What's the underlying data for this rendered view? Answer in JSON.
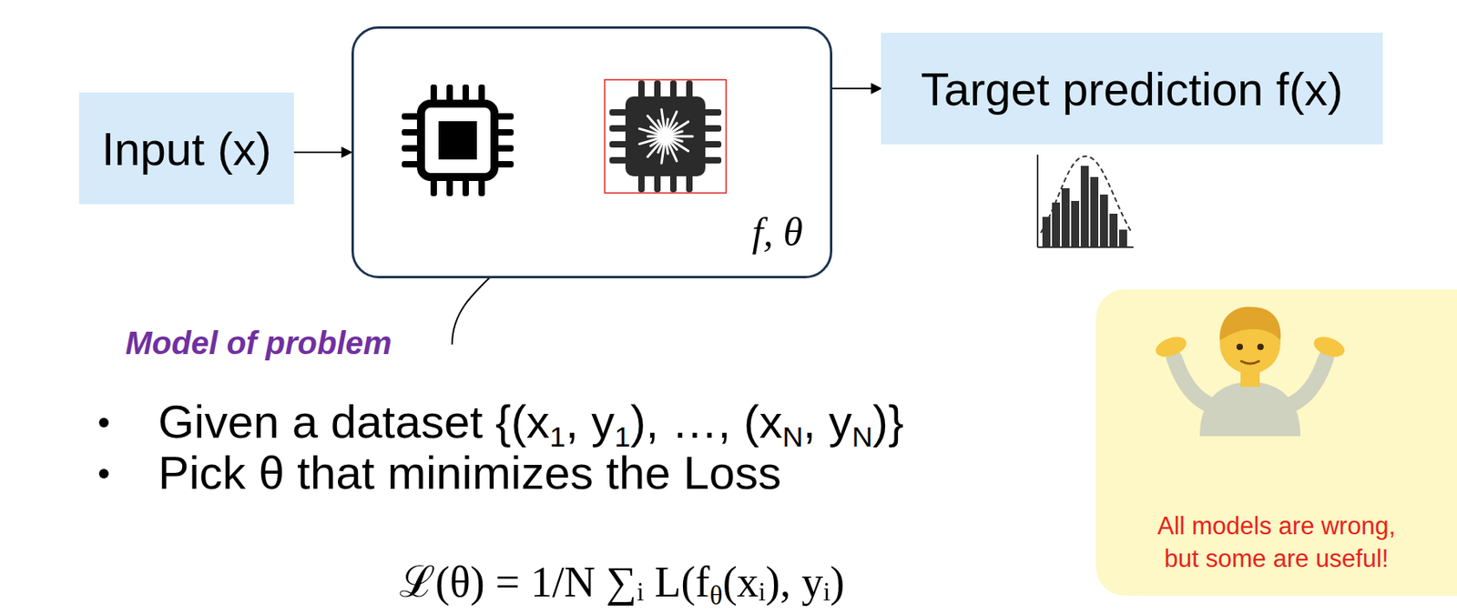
{
  "diagram": {
    "nodes": [
      {
        "text": [
          "Input (x)"
        ]
      },
      {
        "text": [
          "f, θ"
        ]
      },
      {
        "text": [
          "Target prediction f(x)"
        ]
      },
      {
        "text": [
          "All models are wrong, but some are useful!"
        ]
      }
    ],
    "edges": [
      {
        "from": 0,
        "to": 1,
        "arrow": "to"
      },
      {
        "from": 1,
        "to": 2,
        "arrow": "to"
      }
    ],
    "labels": [
      "Model of problem",
      "Given a dataset {(x1, y1), …, (xN, yN)}",
      "Pick θ that minimizes the Loss",
      "ℒ(θ) = 1/N ∑ᵢ L(fθ(xᵢ), yᵢ)"
    ]
  }
}
